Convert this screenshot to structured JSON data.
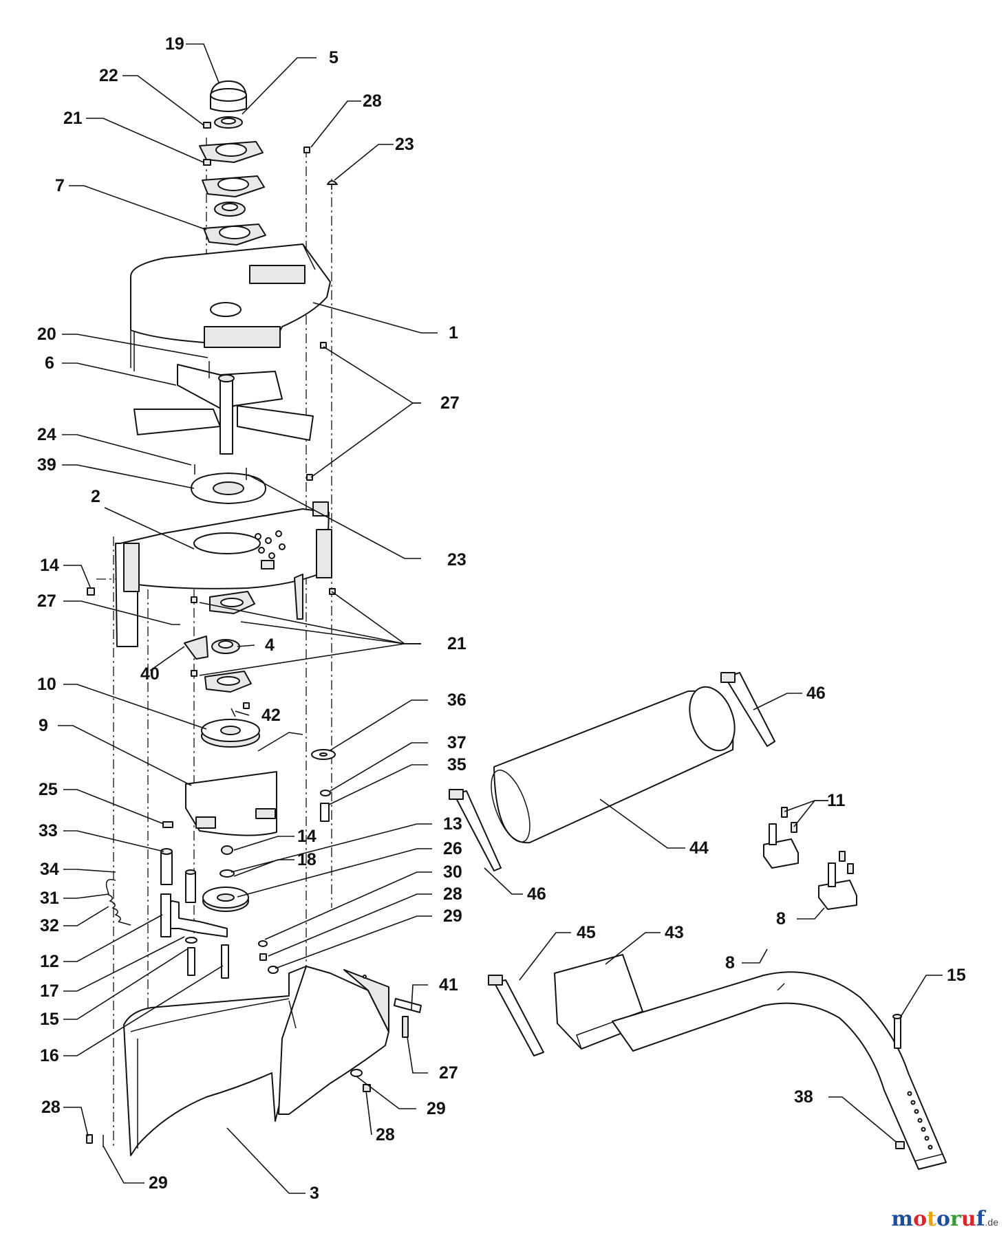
{
  "diagram": {
    "callouts": [
      "19",
      "5",
      "22",
      "21",
      "7",
      "28",
      "23",
      "1",
      "20",
      "6",
      "27",
      "24",
      "39",
      "2",
      "23",
      "14",
      "27",
      "21",
      "4",
      "40",
      "10",
      "42",
      "36",
      "9",
      "37",
      "35",
      "25",
      "33",
      "14",
      "13",
      "18",
      "26",
      "34",
      "30",
      "31",
      "28",
      "32",
      "29",
      "12",
      "17",
      "15",
      "16",
      "41",
      "27",
      "29",
      "28",
      "28",
      "29",
      "3",
      "46",
      "11",
      "44",
      "46",
      "8",
      "8",
      "45",
      "43",
      "15",
      "38"
    ]
  },
  "watermark": {
    "letters": [
      "m",
      "o",
      "t",
      "o",
      "r",
      "u",
      "f"
    ],
    "colors": [
      "#1d4f9c",
      "#d9262b",
      "#e8a317",
      "#1d4f9c",
      "#3a9a3a",
      "#d9262b",
      "#1d4f9c"
    ],
    "suffix": ".de"
  }
}
